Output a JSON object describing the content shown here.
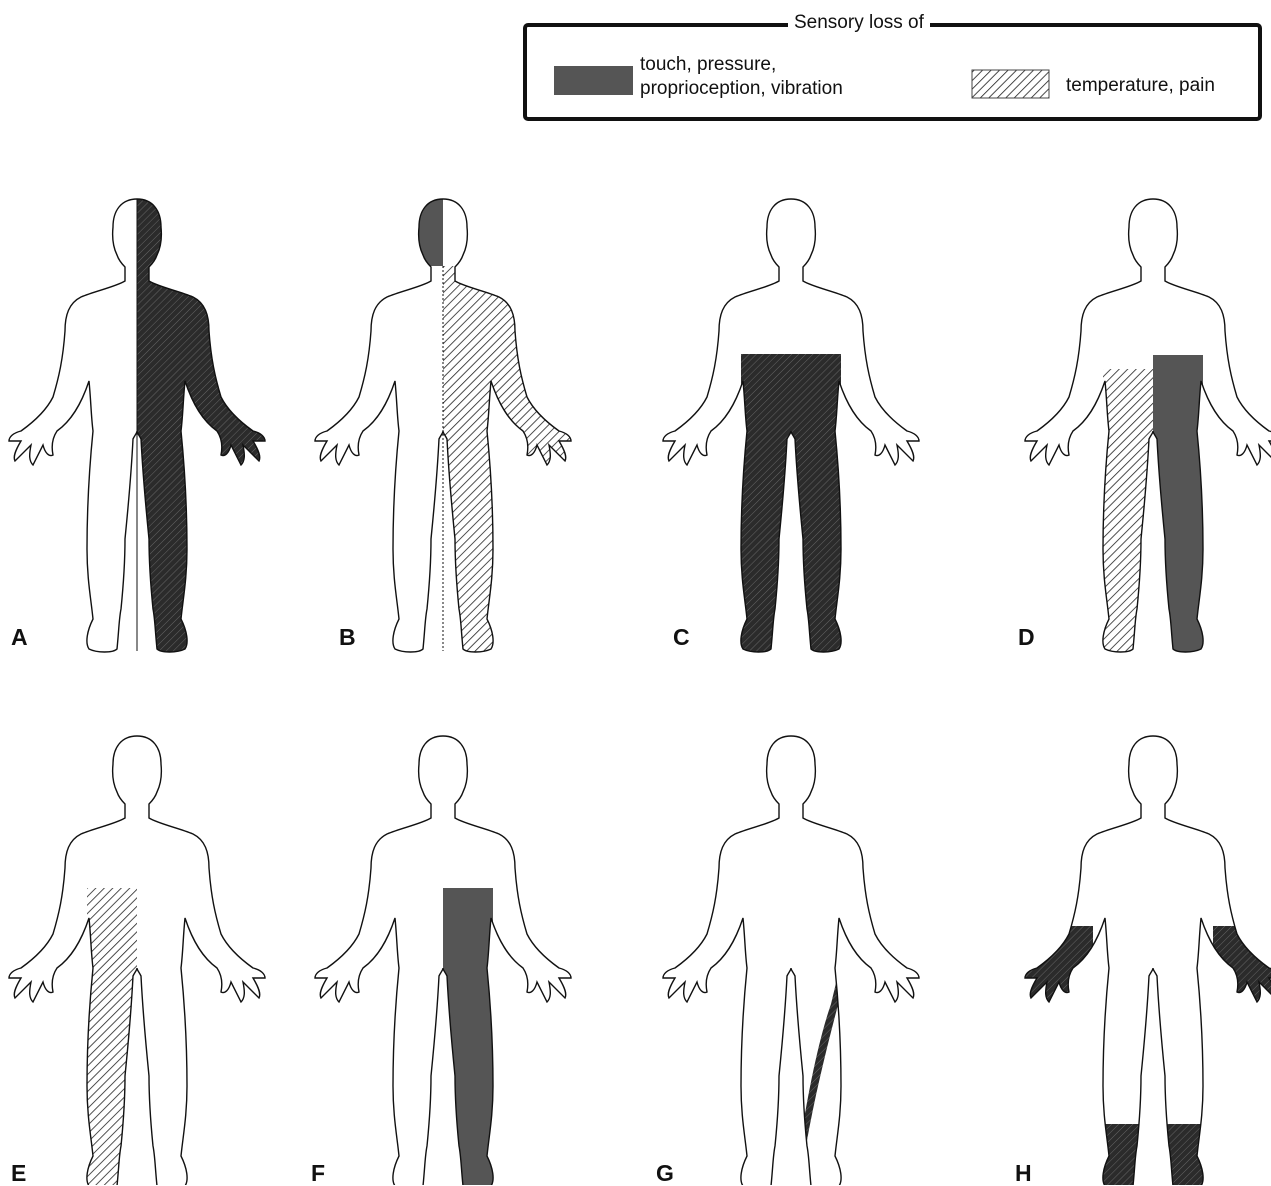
{
  "legend": {
    "title": "Sensory loss of",
    "items": [
      {
        "label_line1": "touch, pressure,",
        "label_line2": "proprioception, vibration",
        "pattern": "solid"
      },
      {
        "label": "temperature, pain",
        "pattern": "hatch"
      }
    ]
  },
  "panels": [
    {
      "label": "A"
    },
    {
      "label": "B"
    },
    {
      "label": "C"
    },
    {
      "label": "D"
    },
    {
      "label": "E"
    },
    {
      "label": "F"
    },
    {
      "label": "G"
    },
    {
      "label": "H"
    }
  ],
  "colors": {
    "solid": "#555555",
    "outline": "#111111",
    "hatch_line": "#222222",
    "dark_hatch_bg": "#2b2b2b",
    "dark_hatch_line": "#666666",
    "background": "#ffffff"
  }
}
